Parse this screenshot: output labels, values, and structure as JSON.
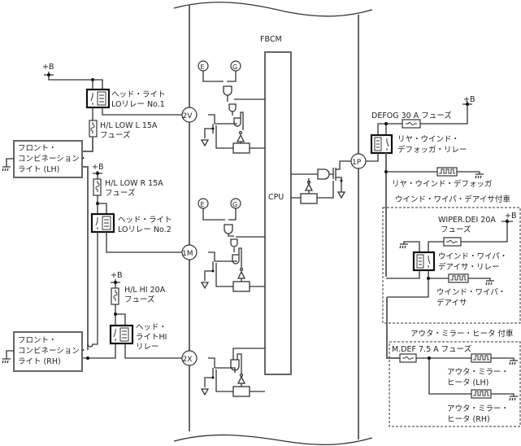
{
  "module": {
    "title": "FBCM",
    "cpu_label": "CPU",
    "input_labels": [
      "E",
      "G"
    ]
  },
  "connectors": {
    "c2v": "2V",
    "c1m": "1M",
    "c2x": "2X",
    "c1p": "1P"
  },
  "power_label": "+B",
  "left": {
    "lo_relay_1": [
      "ヘッド・ライト",
      "LOリレー No.1"
    ],
    "fuse_low_l": [
      "H/L LOW L 15A",
      "フューズ"
    ],
    "combo_lh": [
      "フロント・",
      "コンビネーション・",
      "ライト (LH)"
    ],
    "fuse_low_r": [
      "H/L LOW R 15A",
      "フューズ"
    ],
    "lo_relay_2": [
      "ヘッド・ライト",
      "LOリレー No.2"
    ],
    "fuse_hi": [
      "H/L HI 20A",
      "フューズ"
    ],
    "hi_relay": [
      "ヘッド・",
      "ライトHI",
      "リレー"
    ],
    "combo_rh": [
      "フロント・",
      "コンビネーション・",
      "ライト (RH)"
    ]
  },
  "right": {
    "defog_fuse": "DEFOG 30 A フューズ",
    "defog_relay": [
      "リヤ・ウインド・",
      "デフォッガ・リレー"
    ],
    "defogger": "リヤ・ウインド・デフォッガ",
    "wiper_option": "ウインド・ワイパ・デアイサ付車",
    "wiper_fuse": [
      "WIPER.DEI 20A",
      "フューズ"
    ],
    "wiper_relay": [
      "ウインド・ワイパ・",
      "デアイサ・リレー"
    ],
    "wiper_deicer": [
      "ウインド・ワイパ・",
      "デアイサ"
    ],
    "mirror_option": "アウタ・ミラー・ヒータ 付車",
    "mirror_fuse": "M.DEF 7.5 A フューズ",
    "mirror_lh": [
      "アウタ・ミラー・",
      "ヒータ (LH)"
    ],
    "mirror_rh": [
      "アウタ・ミラー・",
      "ヒータ (RH)"
    ]
  }
}
